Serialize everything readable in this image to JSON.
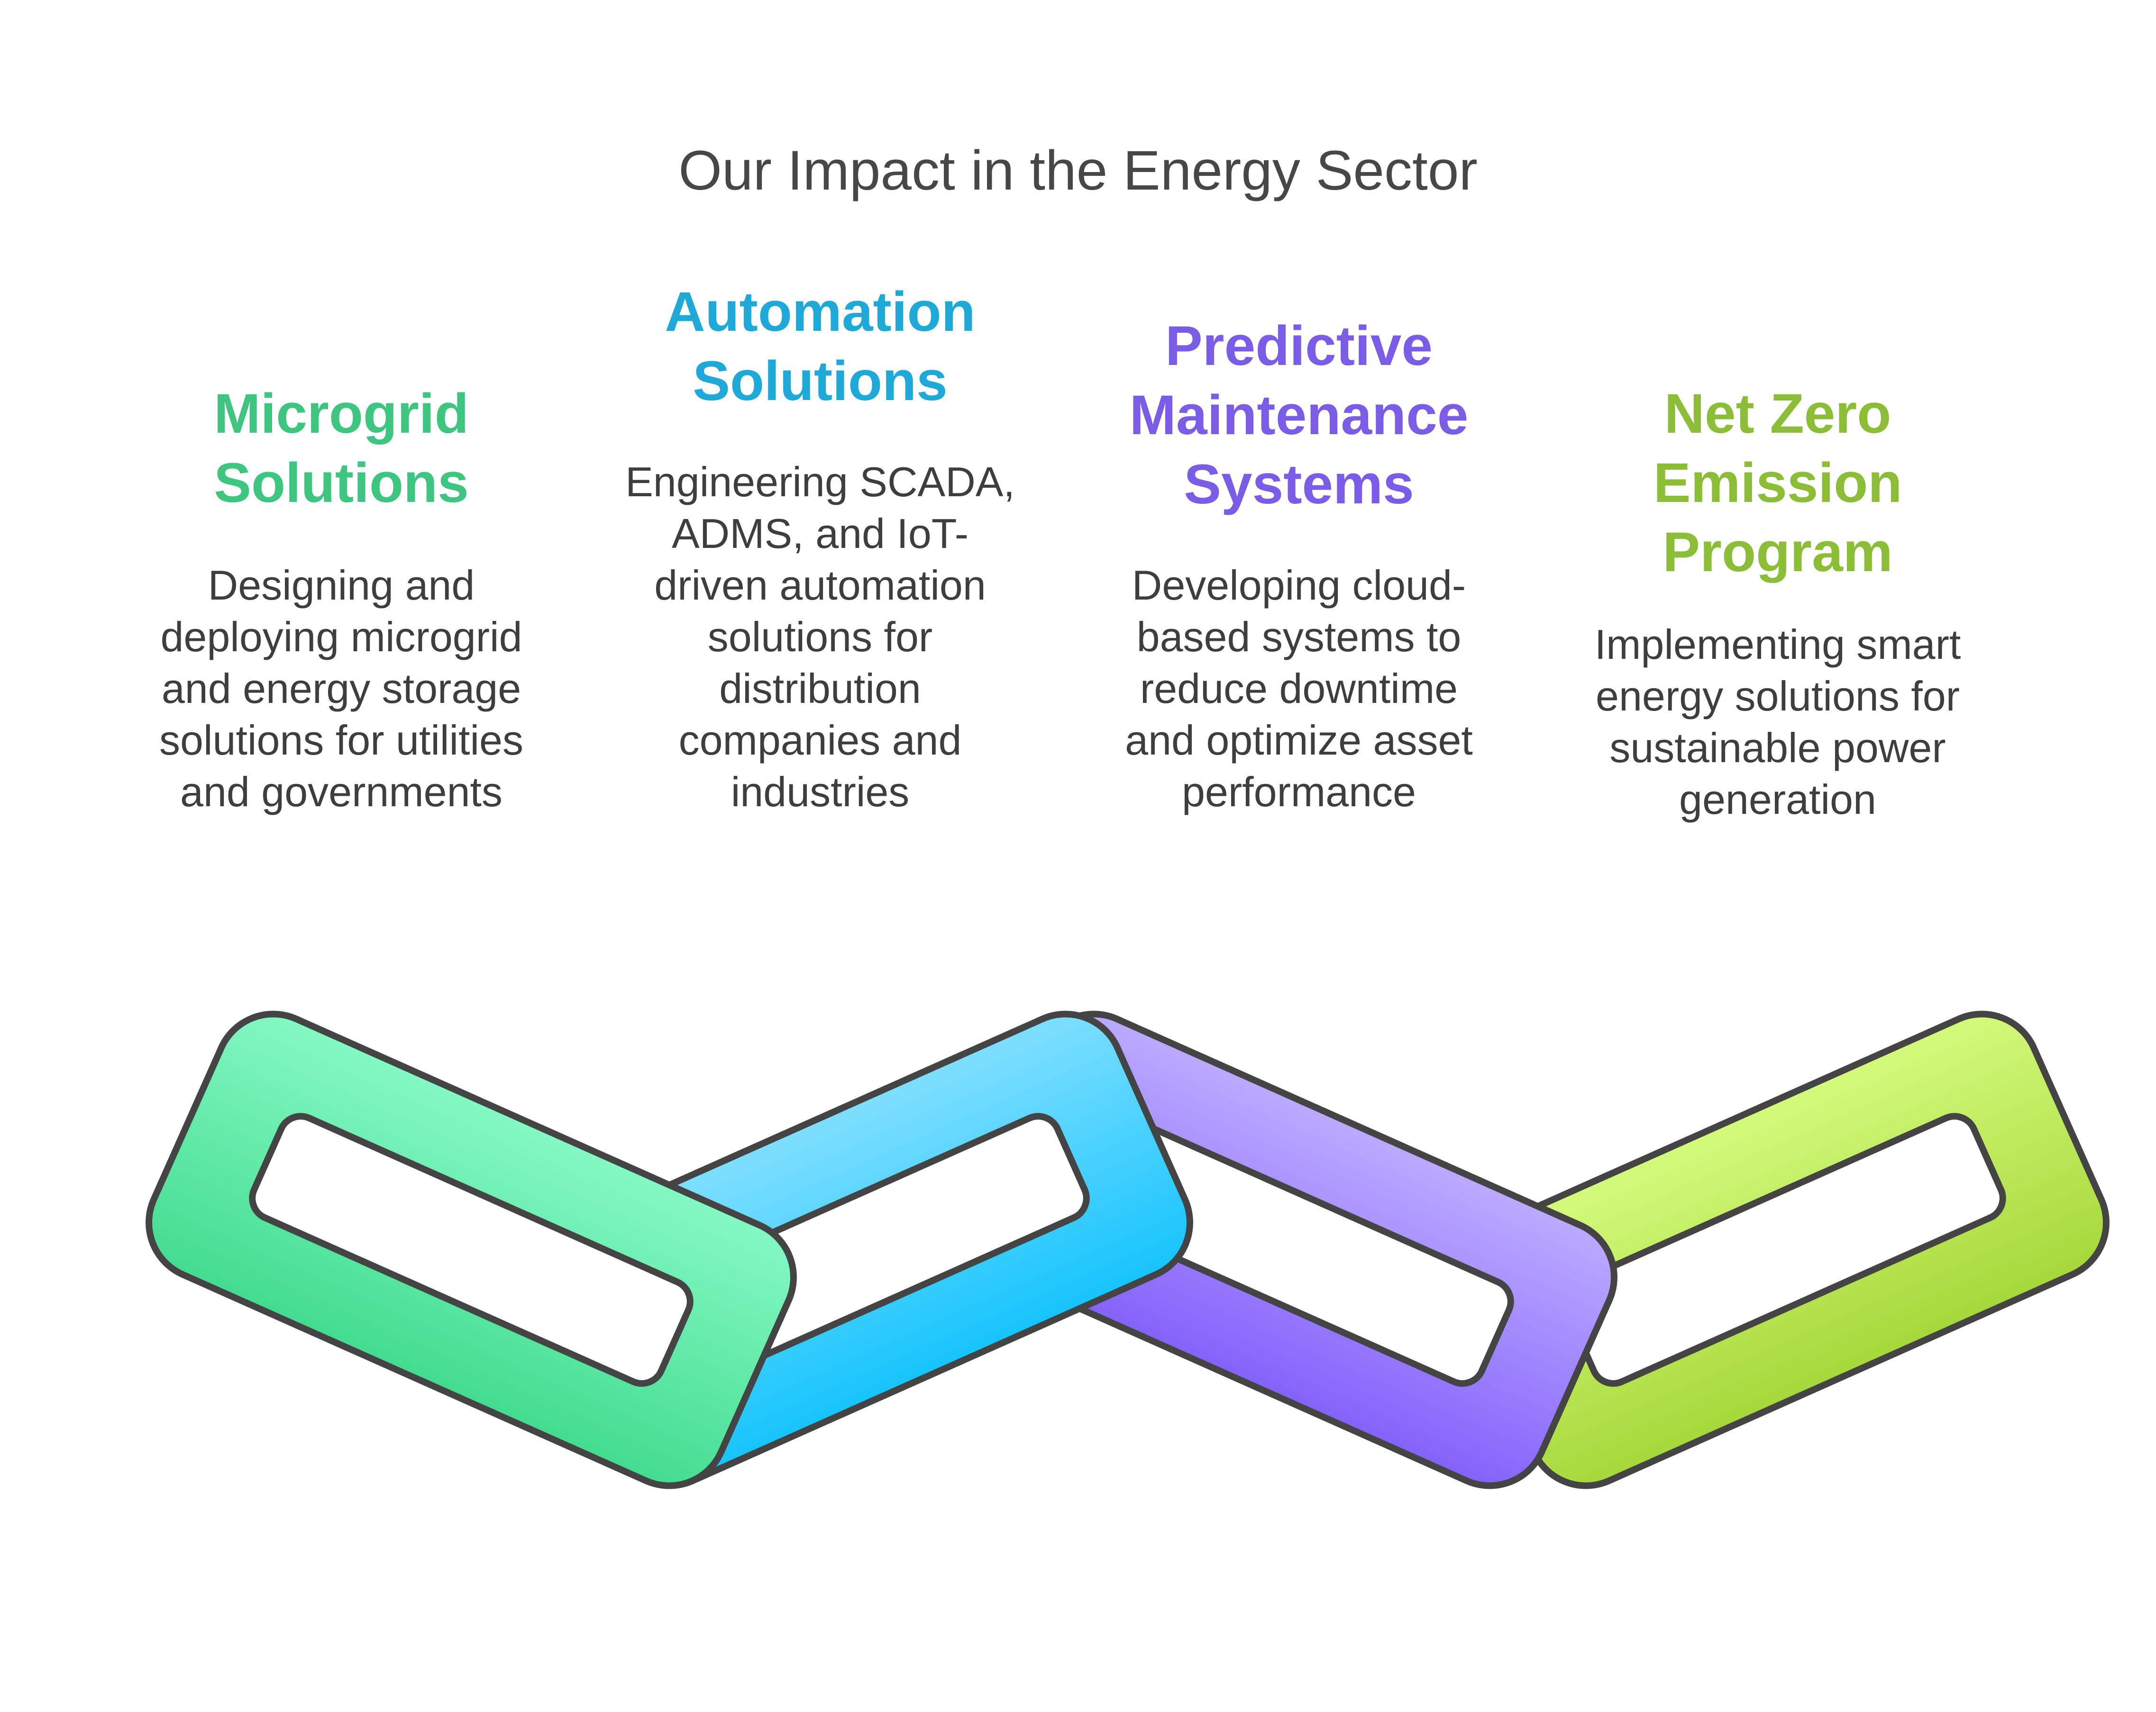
{
  "title": "Our Impact in the Energy Sector",
  "colors": {
    "green": "#3ec57f",
    "blue": "#1fa9d9",
    "purple": "#7a5ce6",
    "lime": "#8bbd36"
  },
  "items": [
    {
      "heading_lines": [
        "Microgrid",
        "Solutions"
      ],
      "desc_lines": [
        "Designing and",
        "deploying microgrid",
        "and energy storage",
        "solutions for utilities",
        "and governments"
      ],
      "color": "#3ec57f"
    },
    {
      "heading_lines": [
        "Automation",
        "Solutions"
      ],
      "desc_lines": [
        "Engineering SCADA,",
        "ADMS, and IoT-",
        "driven automation",
        "solutions for",
        "distribution",
        "companies and",
        "industries"
      ],
      "color": "#1fa9d9"
    },
    {
      "heading_lines": [
        "Predictive",
        "Maintenance",
        "Systems"
      ],
      "desc_lines": [
        "Developing cloud-",
        "based systems to",
        "reduce downtime",
        "and optimize asset",
        "performance"
      ],
      "color": "#7a5ce6"
    },
    {
      "heading_lines": [
        "Net Zero",
        "Emission",
        "Program"
      ],
      "desc_lines": [
        "Implementing smart",
        "energy solutions for",
        "sustainable power",
        "generation"
      ],
      "color": "#8bbd36"
    }
  ]
}
